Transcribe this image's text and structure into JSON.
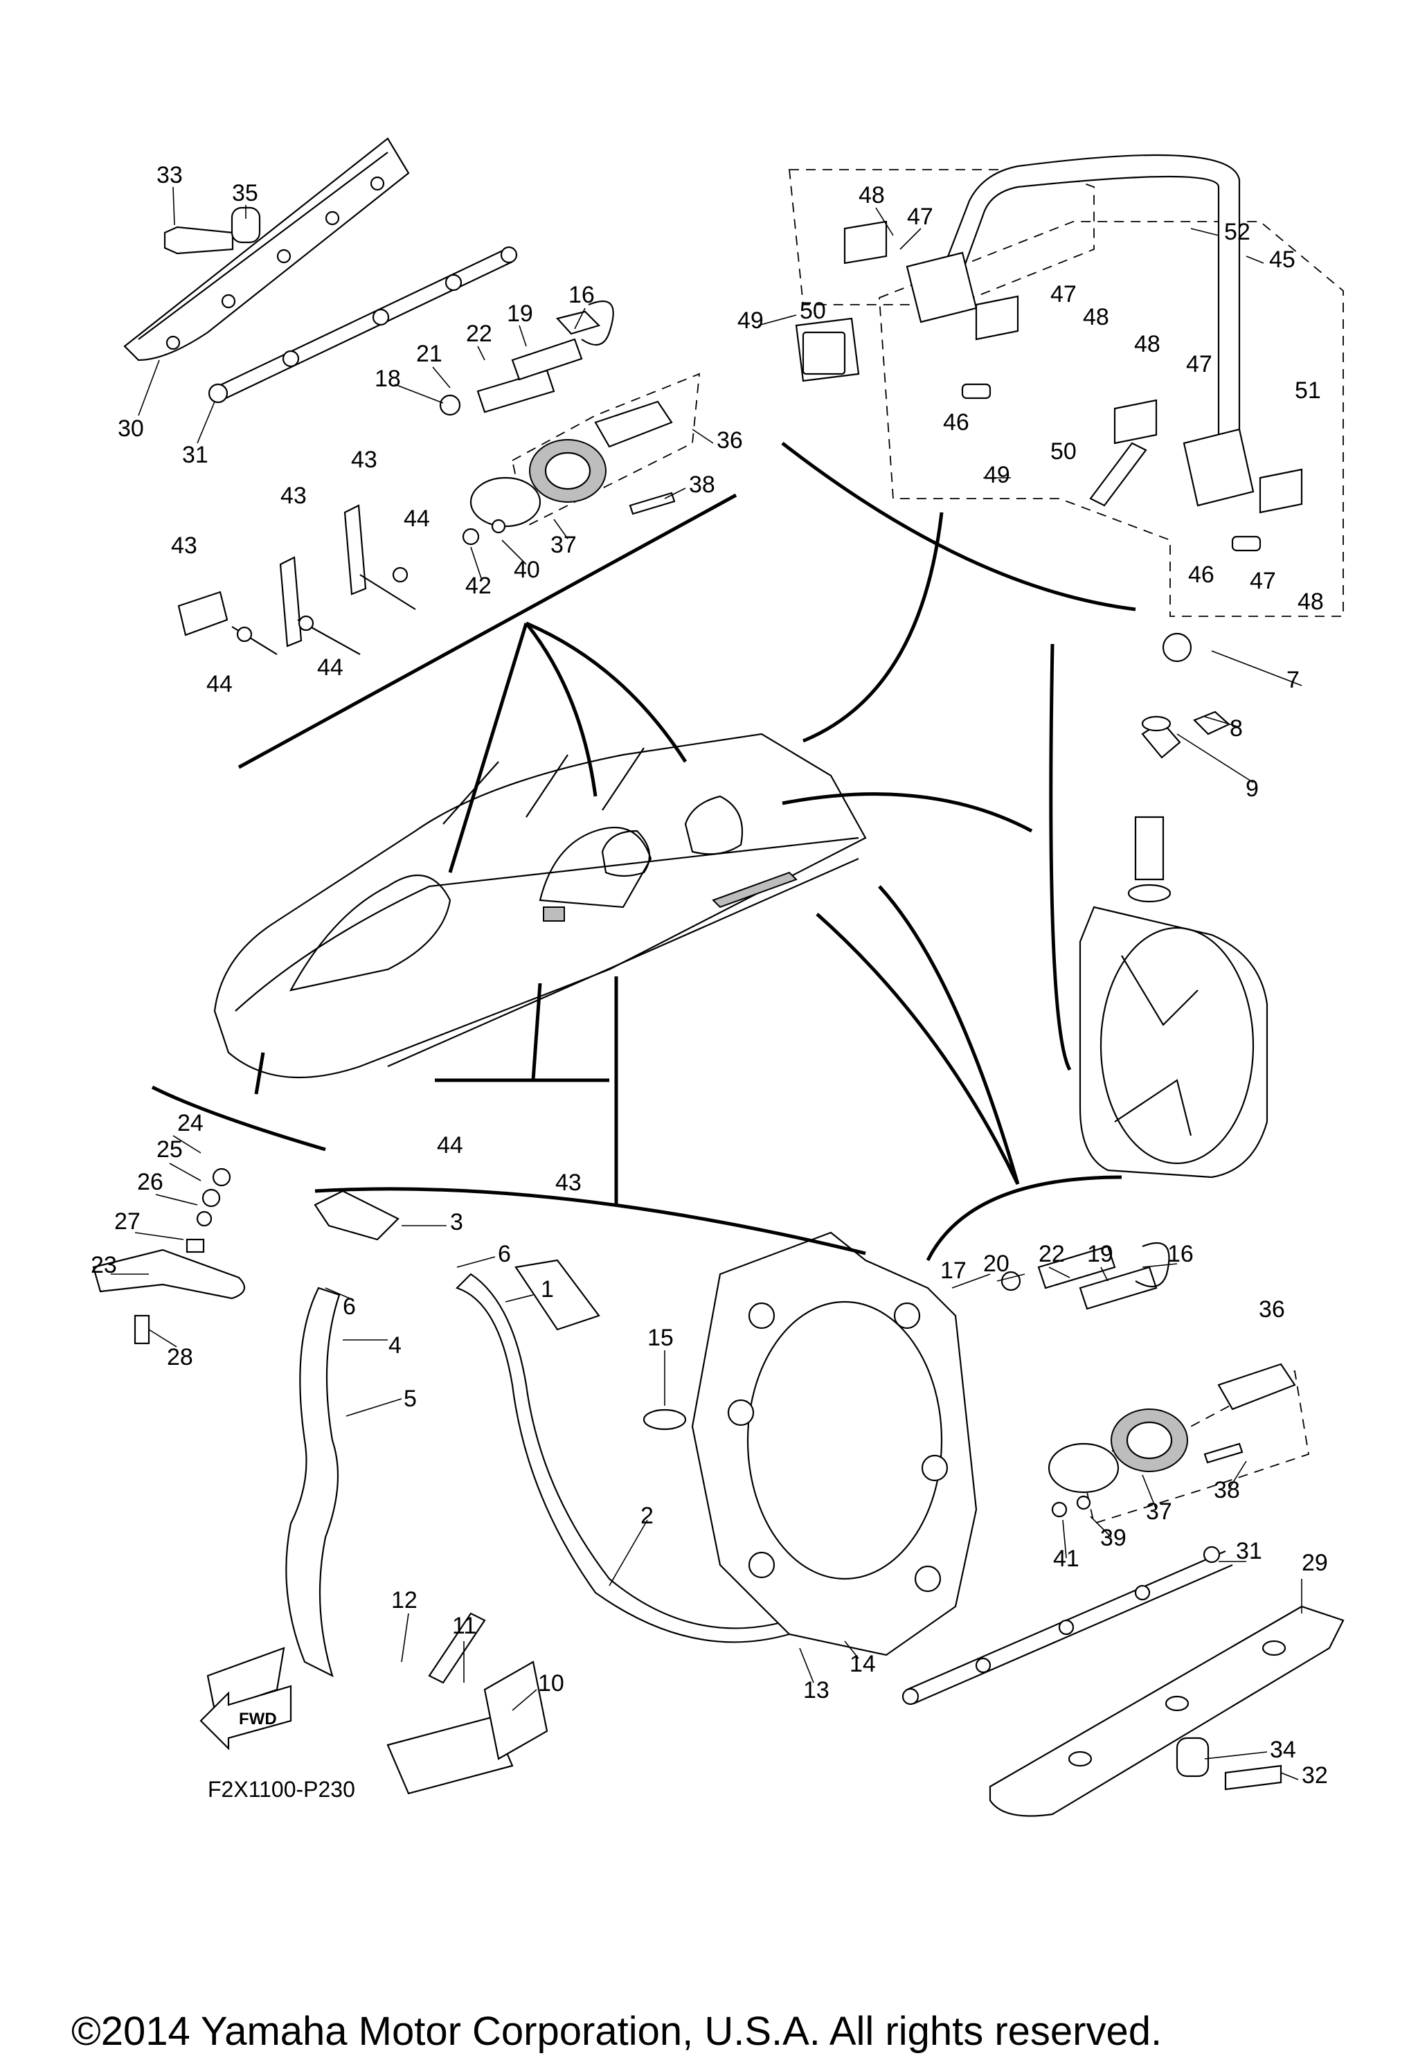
{
  "diagram": {
    "code": "F2X1100-P230",
    "fwd_label": "FWD",
    "copyright": "©2014 Yamaha Motor Corporation, U.S.A. All rights reserved."
  },
  "callouts": [
    {
      "id": "c33a",
      "text": "33"
    },
    {
      "id": "c35",
      "text": "35"
    },
    {
      "id": "c30",
      "text": "30"
    },
    {
      "id": "c31a",
      "text": "31"
    },
    {
      "id": "c16a",
      "text": "16"
    },
    {
      "id": "c19a",
      "text": "19"
    },
    {
      "id": "c22a",
      "text": "22"
    },
    {
      "id": "c21",
      "text": "21"
    },
    {
      "id": "c18",
      "text": "18"
    },
    {
      "id": "c36a",
      "text": "36"
    },
    {
      "id": "c38a",
      "text": "38"
    },
    {
      "id": "c37a",
      "text": "37"
    },
    {
      "id": "c40",
      "text": "40"
    },
    {
      "id": "c42",
      "text": "42"
    },
    {
      "id": "c43a",
      "text": "43"
    },
    {
      "id": "c43b",
      "text": "43"
    },
    {
      "id": "c43c",
      "text": "43"
    },
    {
      "id": "c44a",
      "text": "44"
    },
    {
      "id": "c44b",
      "text": "44"
    },
    {
      "id": "c44c",
      "text": "44"
    },
    {
      "id": "c48a",
      "text": "48"
    },
    {
      "id": "c47a",
      "text": "47"
    },
    {
      "id": "c52",
      "text": "52"
    },
    {
      "id": "c45",
      "text": "45"
    },
    {
      "id": "c50a",
      "text": "50"
    },
    {
      "id": "c49a",
      "text": "49"
    },
    {
      "id": "c47b",
      "text": "47"
    },
    {
      "id": "c48b",
      "text": "48"
    },
    {
      "id": "c46a",
      "text": "46"
    },
    {
      "id": "c48c",
      "text": "48"
    },
    {
      "id": "c47c",
      "text": "47"
    },
    {
      "id": "c51",
      "text": "51"
    },
    {
      "id": "c50b",
      "text": "50"
    },
    {
      "id": "c49b",
      "text": "49"
    },
    {
      "id": "c46b",
      "text": "46"
    },
    {
      "id": "c47d",
      "text": "47"
    },
    {
      "id": "c48d",
      "text": "48"
    },
    {
      "id": "c7",
      "text": "7"
    },
    {
      "id": "c8",
      "text": "8"
    },
    {
      "id": "c9",
      "text": "9"
    },
    {
      "id": "c24",
      "text": "24"
    },
    {
      "id": "c25",
      "text": "25"
    },
    {
      "id": "c26",
      "text": "26"
    },
    {
      "id": "c27",
      "text": "27"
    },
    {
      "id": "c23",
      "text": "23"
    },
    {
      "id": "c28",
      "text": "28"
    },
    {
      "id": "c44d",
      "text": "44"
    },
    {
      "id": "c43d",
      "text": "43"
    },
    {
      "id": "c3",
      "text": "3"
    },
    {
      "id": "c6a",
      "text": "6"
    },
    {
      "id": "c6b",
      "text": "6"
    },
    {
      "id": "c1",
      "text": "1"
    },
    {
      "id": "c4",
      "text": "4"
    },
    {
      "id": "c5",
      "text": "5"
    },
    {
      "id": "c15",
      "text": "15"
    },
    {
      "id": "c2",
      "text": "2"
    },
    {
      "id": "c12",
      "text": "12"
    },
    {
      "id": "c11",
      "text": "11"
    },
    {
      "id": "c10",
      "text": "10"
    },
    {
      "id": "c13",
      "text": "13"
    },
    {
      "id": "c14",
      "text": "14"
    },
    {
      "id": "c17",
      "text": "17"
    },
    {
      "id": "c20",
      "text": "20"
    },
    {
      "id": "c22b",
      "text": "22"
    },
    {
      "id": "c19b",
      "text": "19"
    },
    {
      "id": "c16b",
      "text": "16"
    },
    {
      "id": "c36b",
      "text": "36"
    },
    {
      "id": "c38b",
      "text": "38"
    },
    {
      "id": "c37b",
      "text": "37"
    },
    {
      "id": "c39",
      "text": "39"
    },
    {
      "id": "c41",
      "text": "41"
    },
    {
      "id": "c31b",
      "text": "31"
    },
    {
      "id": "c29",
      "text": "29"
    },
    {
      "id": "c34",
      "text": "34"
    },
    {
      "id": "c32",
      "text": "32"
    }
  ]
}
